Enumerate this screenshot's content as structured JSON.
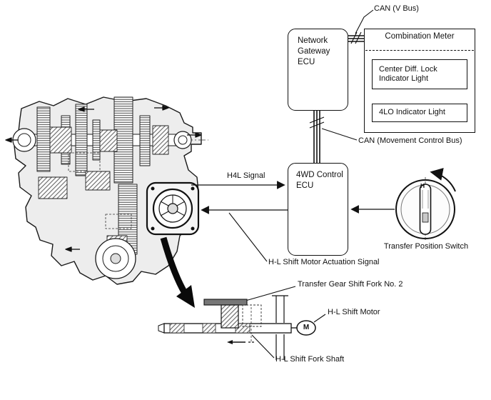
{
  "colors": {
    "ink": "#111111",
    "background": "#ffffff"
  },
  "labels": {
    "can_v_bus": "CAN (V Bus)",
    "can_movement": "CAN (Movement Control Bus)",
    "h4l_signal": "H4L Signal",
    "hl_shift_motor_actuation": "H-L Shift Motor Actuation Signal"
  },
  "ecus": {
    "network_gateway": "Network Gateway ECU",
    "four_wd_control": "4WD Control ECU"
  },
  "combination_meter": {
    "title": "Combination Meter",
    "indicators": [
      {
        "label": "Center Diff. Lock Indicator Light"
      },
      {
        "label": "4LO Indicator Light"
      }
    ]
  },
  "transfer_switch": {
    "label": "Transfer Position Switch",
    "position_marking": "H"
  },
  "detail": {
    "fork_label": "Transfer Gear Shift Fork No. 2",
    "motor_label": "H-L Shift Motor",
    "motor_symbol": "M",
    "shaft_label": "H-L Shift Fork Shaft"
  }
}
